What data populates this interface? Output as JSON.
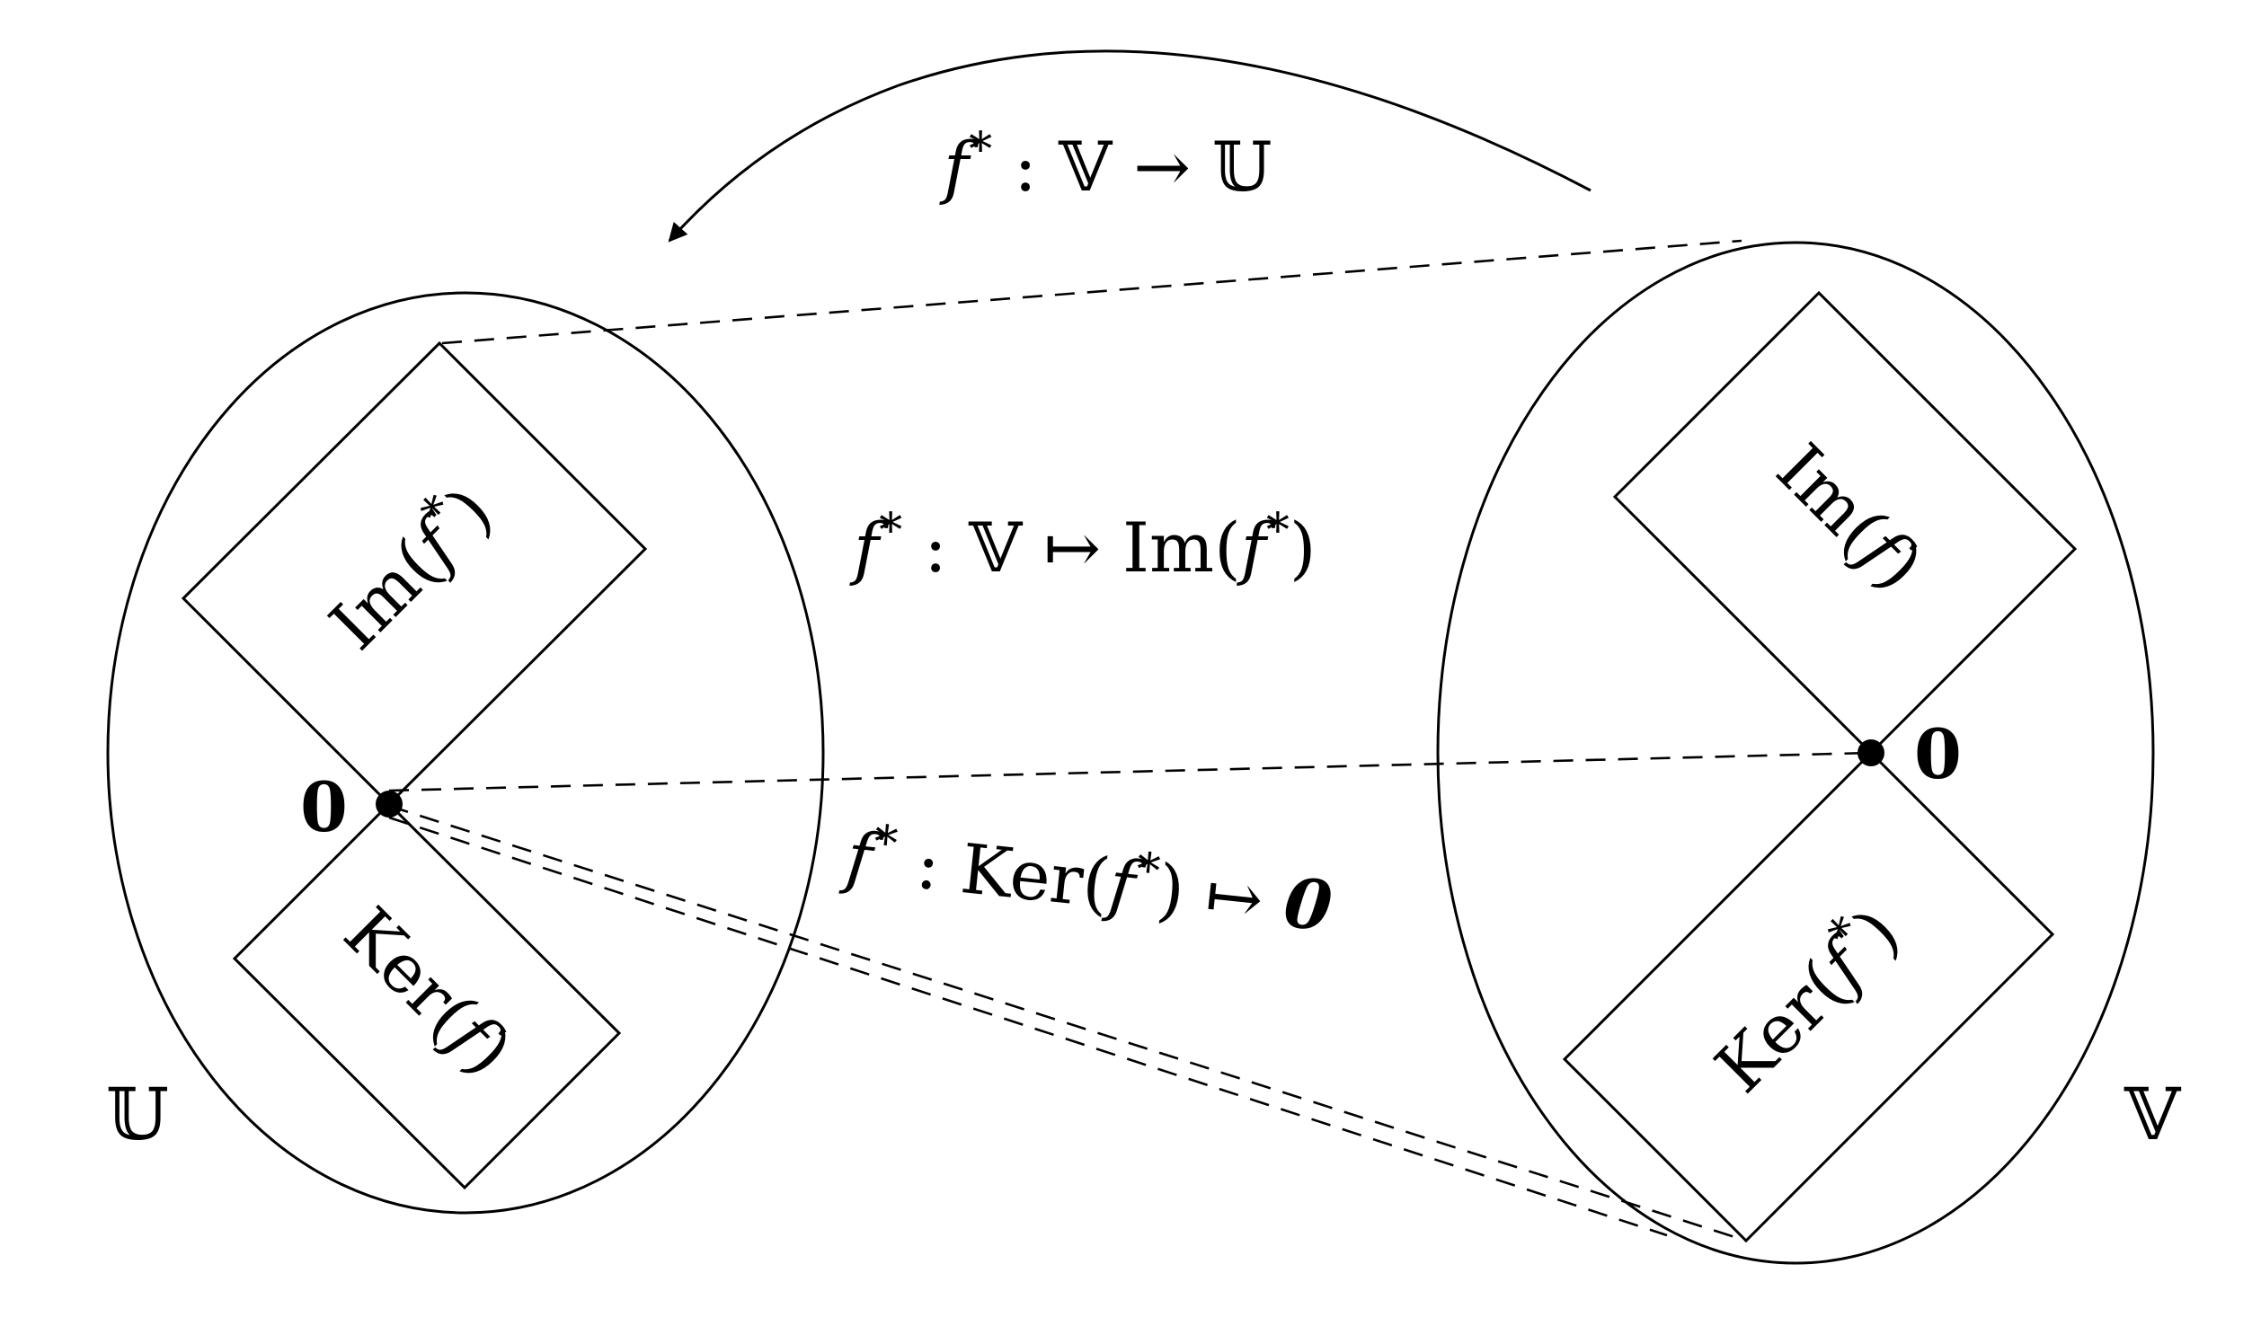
{
  "space_u": {
    "name": "𝕌"
  },
  "space_v": {
    "name": "𝕍"
  },
  "zero": "0",
  "zero_mapped": "0",
  "u_regions": {
    "image": {
      "prefix": "Im(",
      "fn": "f",
      "sup": "*",
      "suffix": ")"
    },
    "kernel": {
      "prefix": "Ker(",
      "fn": "f",
      "suffix": ")"
    }
  },
  "v_regions": {
    "image": {
      "prefix": "Im(",
      "fn": "f",
      "suffix": ")"
    },
    "kernel": {
      "prefix": "Ker(",
      "fn": "f",
      "sup": "*",
      "suffix": ")"
    }
  },
  "map_top": {
    "fn": "f",
    "sup": "*",
    "rest": " : 𝕍 → 𝕌"
  },
  "map_image": {
    "fn": "f",
    "sup": "*",
    "mid": " : 𝕍 ↦ Im(",
    "fn2": "f",
    "sup2": "*",
    "end": ")"
  },
  "map_kernel": {
    "fn": "f",
    "sup": "*",
    "mid": " : Ker(",
    "fn2": "f",
    "sup2": "*",
    "end": ") ↦ "
  }
}
